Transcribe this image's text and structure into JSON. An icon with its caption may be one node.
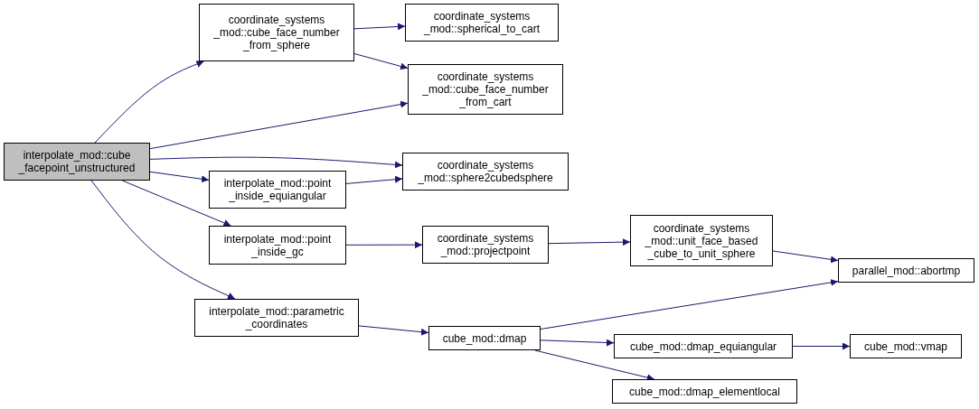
{
  "diagram": {
    "nodes": [
      {
        "text": [
          "interpolate_mod::cube _facepoint_unstructured"
        ]
      },
      {
        "text": [
          "coordinate_systems _mod::cube_face_number _from_sphere"
        ]
      },
      {
        "text": [
          "coordinate_systems _mod::spherical_to_cart"
        ]
      },
      {
        "text": [
          "coordinate_systems _mod::cube_face_number _from_cart"
        ]
      },
      {
        "text": [
          "coordinate_systems _mod::sphere2cubedsphere"
        ]
      },
      {
        "text": [
          "interpolate_mod::point _inside_equiangular"
        ]
      },
      {
        "text": [
          "interpolate_mod::point _inside_gc"
        ]
      },
      {
        "text": [
          "coordinate_systems _mod::projectpoint"
        ]
      },
      {
        "text": [
          "coordinate_systems _mod::unit_face_based _cube_to_unit_sphere"
        ]
      },
      {
        "text": [
          "parallel_mod::abortmp"
        ]
      },
      {
        "text": [
          "interpolate_mod::parametric _coordinates"
        ]
      },
      {
        "text": [
          "cube_mod::dmap"
        ]
      },
      {
        "text": [
          "cube_mod::dmap_equiangular"
        ]
      },
      {
        "text": [
          "cube_mod::vmap"
        ]
      },
      {
        "text": [
          "cube_mod::dmap_elementlocal"
        ]
      }
    ],
    "edges": [
      {
        "from": 0,
        "to": 1,
        "arrow": "to"
      },
      {
        "from": 0,
        "to": 3,
        "arrow": "to"
      },
      {
        "from": 0,
        "to": 4,
        "arrow": "to"
      },
      {
        "from": 0,
        "to": 5,
        "arrow": "to"
      },
      {
        "from": 0,
        "to": 6,
        "arrow": "to"
      },
      {
        "from": 0,
        "to": 10,
        "arrow": "to"
      },
      {
        "from": 1,
        "to": 2,
        "arrow": "to"
      },
      {
        "from": 1,
        "to": 3,
        "arrow": "to"
      },
      {
        "from": 5,
        "to": 4,
        "arrow": "to"
      },
      {
        "from": 6,
        "to": 7,
        "arrow": "to"
      },
      {
        "from": 7,
        "to": 8,
        "arrow": "to"
      },
      {
        "from": 8,
        "to": 9,
        "arrow": "to"
      },
      {
        "from": 10,
        "to": 11,
        "arrow": "to"
      },
      {
        "from": 11,
        "to": 9,
        "arrow": "to"
      },
      {
        "from": 11,
        "to": 12,
        "arrow": "to"
      },
      {
        "from": 11,
        "to": 14,
        "arrow": "to"
      },
      {
        "from": 12,
        "to": 13,
        "arrow": "to"
      }
    ]
  }
}
